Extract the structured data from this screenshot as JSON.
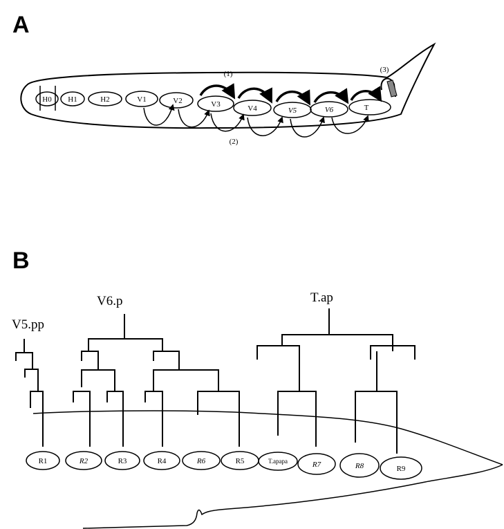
{
  "panel_a": {
    "label": "A",
    "cells": [
      "H0",
      "H1",
      "H2",
      "V1",
      "V2",
      "V3",
      "V4",
      "V5",
      "V6",
      "T"
    ],
    "markers": [
      "(1)",
      "(2)",
      "(3)"
    ]
  },
  "panel_b": {
    "label": "B",
    "lineages": [
      "V5.pp",
      "V6.p",
      "T.ap"
    ],
    "rays": [
      "R1",
      "R2",
      "R3",
      "R4",
      "R6",
      "R5",
      "T.apapa",
      "R7",
      "R8",
      "R9"
    ]
  }
}
